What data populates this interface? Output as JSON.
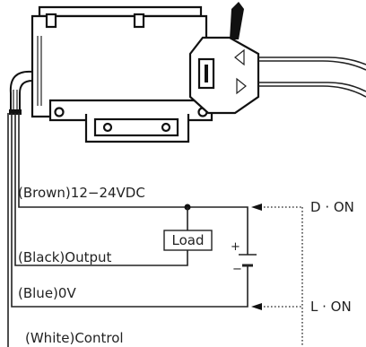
{
  "labels": {
    "brown": "(Brown)12−24VDC",
    "black": "(Black)Output",
    "blue": "(Blue)0V",
    "white": "(White)Control",
    "load": "Load",
    "plus": "+",
    "minus": "−",
    "d_on": "D · ON",
    "l_on": "L · ON"
  },
  "colors": {
    "line": "#222222",
    "background": "#ffffff"
  }
}
